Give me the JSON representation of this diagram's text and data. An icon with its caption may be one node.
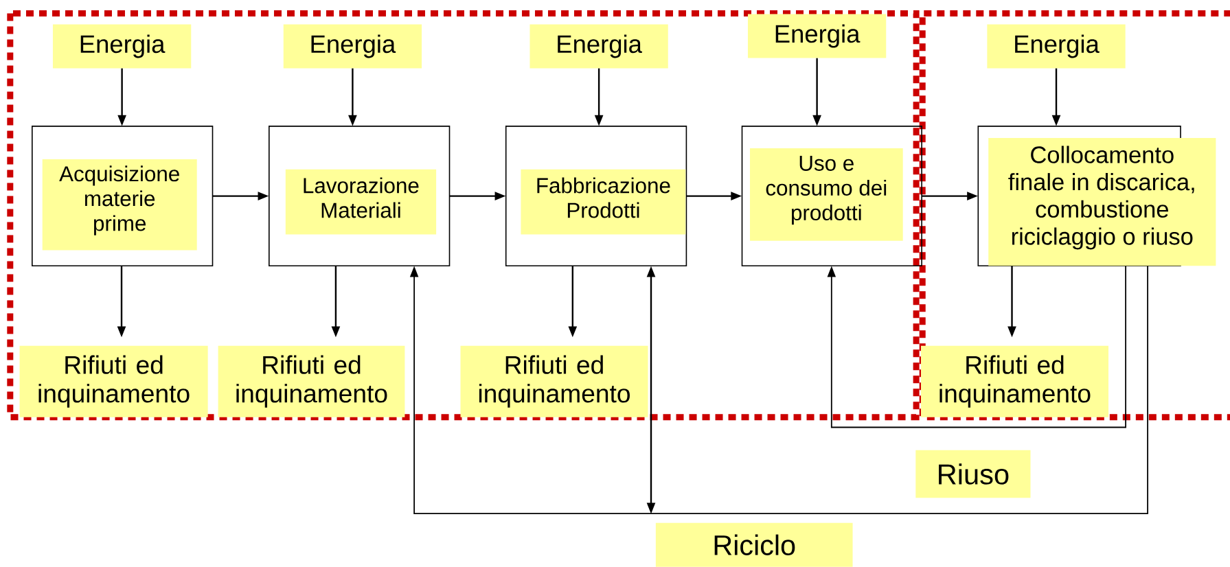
{
  "diagram": {
    "nodes": [
      {
        "text": [
          "Energia"
        ]
      },
      {
        "text": [
          "Energia"
        ]
      },
      {
        "text": [
          "Energia"
        ]
      },
      {
        "text": [
          "Energia"
        ]
      },
      {
        "text": [
          "Energia"
        ]
      },
      {
        "text": [
          "Acquisizione materie prime"
        ]
      },
      {
        "text": [
          "Lavorazione Materiali"
        ]
      },
      {
        "text": [
          "Fabbricazione Prodotti"
        ]
      },
      {
        "text": [
          "Uso e consumo dei prodotti"
        ]
      },
      {
        "text": [
          "Collocamento finale in discarica, combustione riciclaggio o riuso"
        ]
      },
      {
        "text": [
          "Rifiuti ed inquinamento"
        ]
      },
      {
        "text": [
          "Rifiuti ed inquinamento"
        ]
      },
      {
        "text": [
          "Rifiuti ed inquinamento"
        ]
      },
      {
        "text": [
          "Rifiuti ed inquinamento"
        ]
      },
      {
        "text": [
          "Riuso"
        ]
      },
      {
        "text": [
          "Riciclo"
        ]
      }
    ],
    "edges": [
      {
        "from": 0,
        "to": 5,
        "arrow": "to"
      },
      {
        "from": 1,
        "to": 6,
        "arrow": "to"
      },
      {
        "from": 2,
        "to": 7,
        "arrow": "to"
      },
      {
        "from": 3,
        "to": 8,
        "arrow": "to"
      },
      {
        "from": 4,
        "to": 9,
        "arrow": "to"
      },
      {
        "from": 5,
        "to": 6,
        "arrow": "to"
      },
      {
        "from": 6,
        "to": 7,
        "arrow": "to"
      },
      {
        "from": 7,
        "to": 8,
        "arrow": "to"
      },
      {
        "from": 8,
        "to": 9,
        "arrow": "to"
      },
      {
        "from": 5,
        "to": 10,
        "arrow": "to"
      },
      {
        "from": 6,
        "to": 11,
        "arrow": "to"
      },
      {
        "from": 7,
        "to": 12,
        "arrow": "to"
      },
      {
        "from": 9,
        "to": 13,
        "arrow": "to"
      },
      {
        "from": 9,
        "to": 8,
        "arrow": "to"
      },
      {
        "from": 9,
        "to": 6,
        "arrow": "to"
      },
      {
        "from": 7,
        "to": 15,
        "arrow": "both"
      }
    ]
  }
}
